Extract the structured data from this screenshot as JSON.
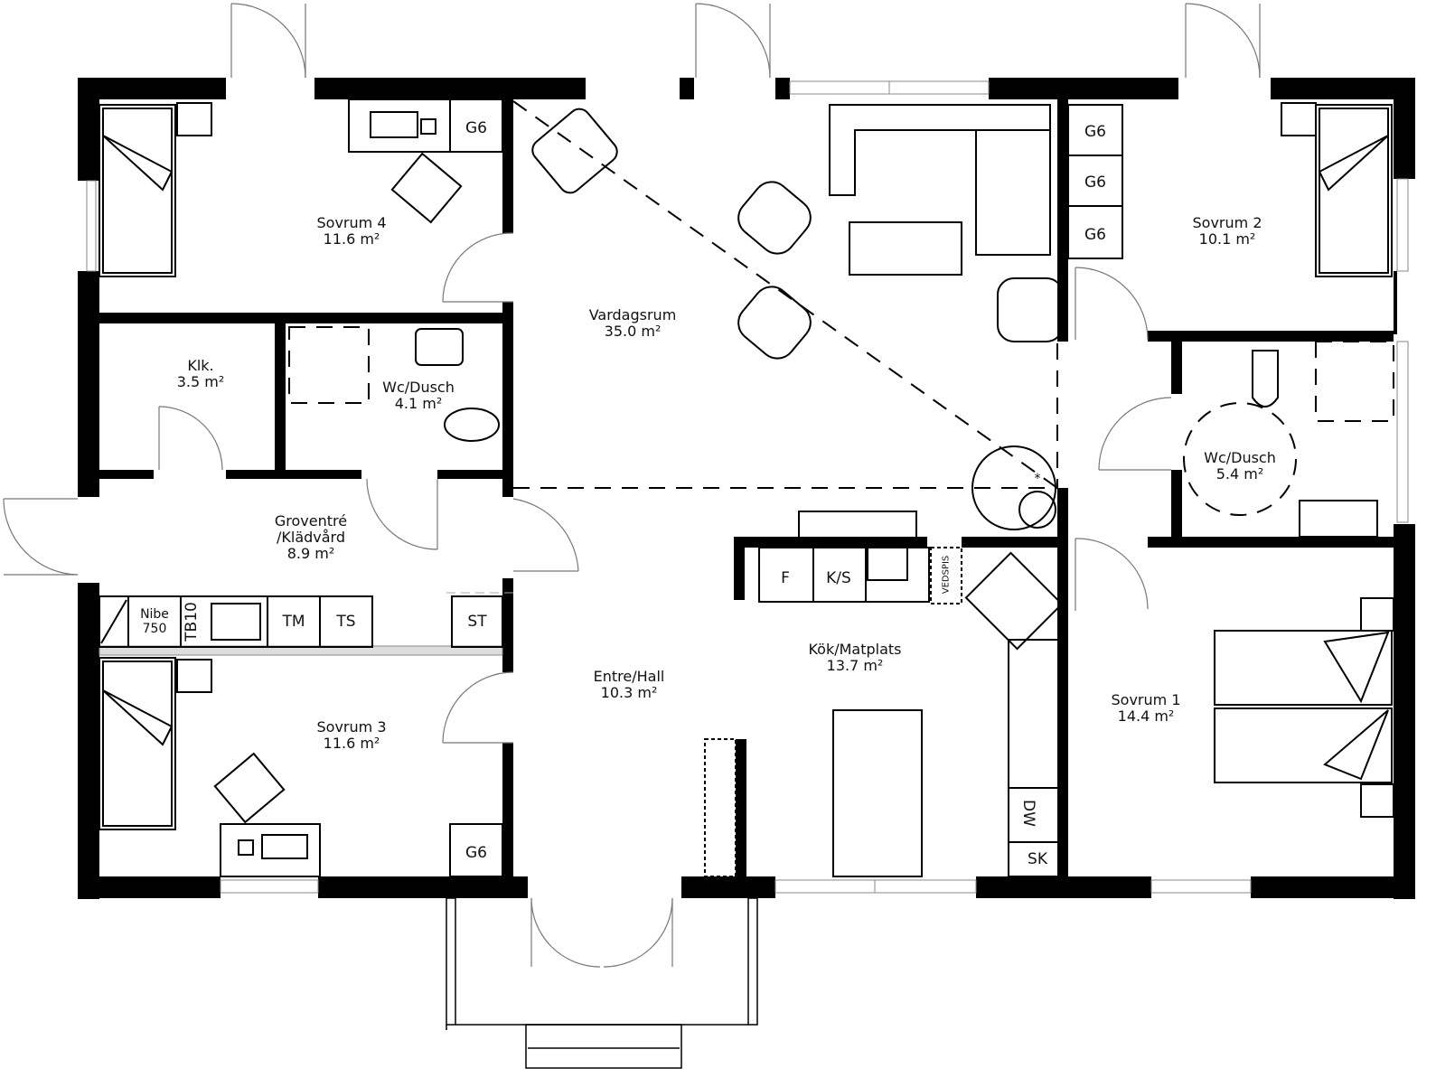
{
  "plan": {
    "rooms": [
      {
        "name": "Sovrum 4",
        "area": "11.6 m²"
      },
      {
        "name": "Vardagsrum",
        "area": "35.0 m²"
      },
      {
        "name": "Sovrum 2",
        "area": "10.1 m²"
      },
      {
        "name": "Klk.",
        "area": "3.5 m²"
      },
      {
        "name": "Wc/Dusch",
        "area": "4.1 m²"
      },
      {
        "name": "Wc/Dusch",
        "area": "5.4 m²"
      },
      {
        "name": "Groventré\n/Klädvård",
        "area": "8.9 m²"
      },
      {
        "name": "Kök/Matplats",
        "area": "13.7 m²"
      },
      {
        "name": "Entre/Hall",
        "area": "10.3 m²"
      },
      {
        "name": "Sovrum 3",
        "area": "11.6 m²"
      },
      {
        "name": "Sovrum 1",
        "area": "14.4 m²"
      }
    ],
    "fixtures": {
      "g6_s4": "G6",
      "g6_s2_a": "G6",
      "g6_s2_b": "G6",
      "g6_s2_c": "G6",
      "g6_s3": "G6",
      "nibe": "Nibe\n750",
      "tb10": "TB10",
      "tm": "TM",
      "ts": "TS",
      "st": "ST",
      "fridge": "F",
      "ks": "K/S",
      "vedspis": "VEDSPIS",
      "dw": "DW",
      "sk": "SK",
      "fireplace_mark": "*"
    }
  }
}
